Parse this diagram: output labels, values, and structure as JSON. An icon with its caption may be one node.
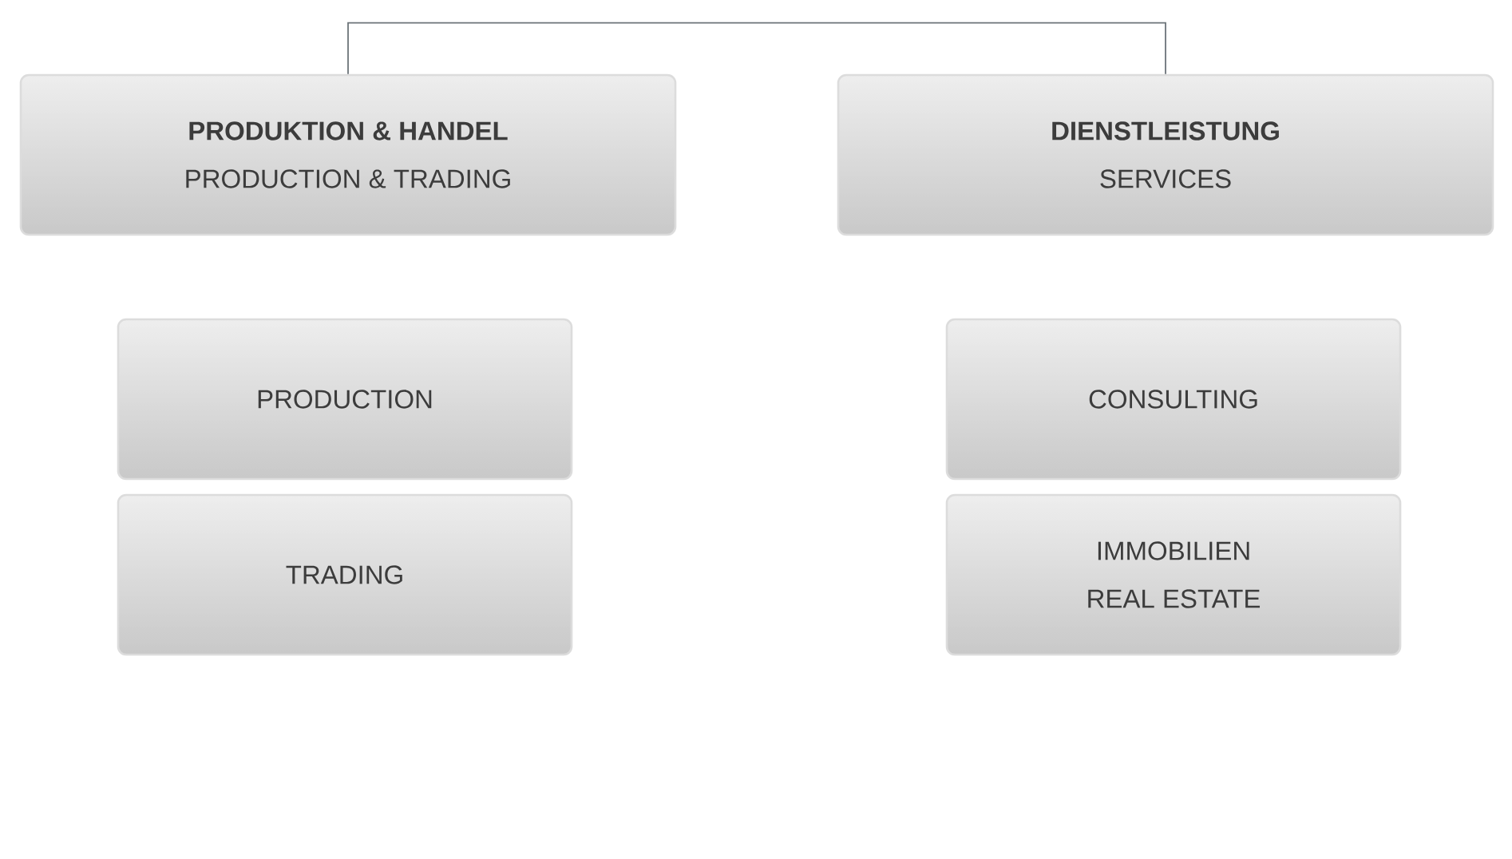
{
  "diagram": {
    "nodes": [
      {
        "text": [
          "PRODUKTION & HANDEL",
          "PRODUCTION & TRADING"
        ]
      },
      {
        "text": [
          "DIENSTLEISTUNG",
          "SERVICES"
        ]
      },
      {
        "text": [
          "PRODUCTION"
        ]
      },
      {
        "text": [
          "TRADING"
        ]
      },
      {
        "text": [
          "CONSULTING"
        ]
      },
      {
        "text": [
          "IMMOBILIEN",
          "REAL ESTATE"
        ]
      }
    ],
    "edges": [
      {
        "from": 0,
        "to": 1,
        "arrow": "none"
      }
    ]
  }
}
